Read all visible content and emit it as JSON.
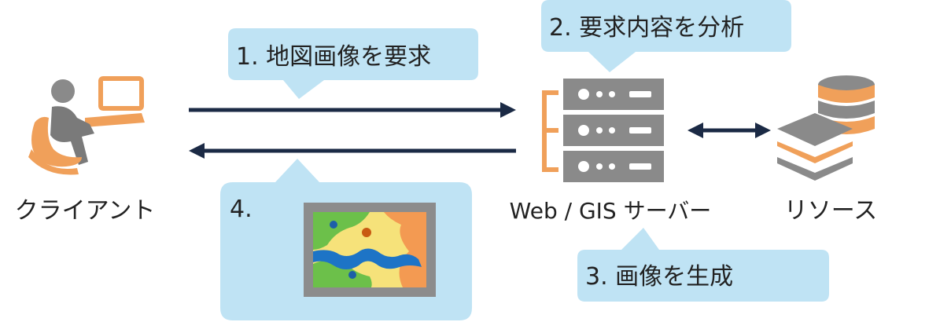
{
  "labels": {
    "client": "クライアント",
    "server": "Web / GIS サーバー",
    "resource": "リソース"
  },
  "steps": {
    "step1": "1. 地図画像を要求",
    "step2": "2. 要求内容を分析",
    "step3": "3. 画像を生成",
    "step4": "4."
  },
  "colors": {
    "bubble": "#bfe3f4",
    "arrow": "#1b2a45",
    "orange": "#f0a05a",
    "gray": "#8a8a8a",
    "dark_gray": "#6e6e6e"
  },
  "icons": {
    "client": "person-at-laptop-icon",
    "server": "server-rack-icon",
    "resource": "database-layers-icon",
    "map": "map-image-icon"
  }
}
